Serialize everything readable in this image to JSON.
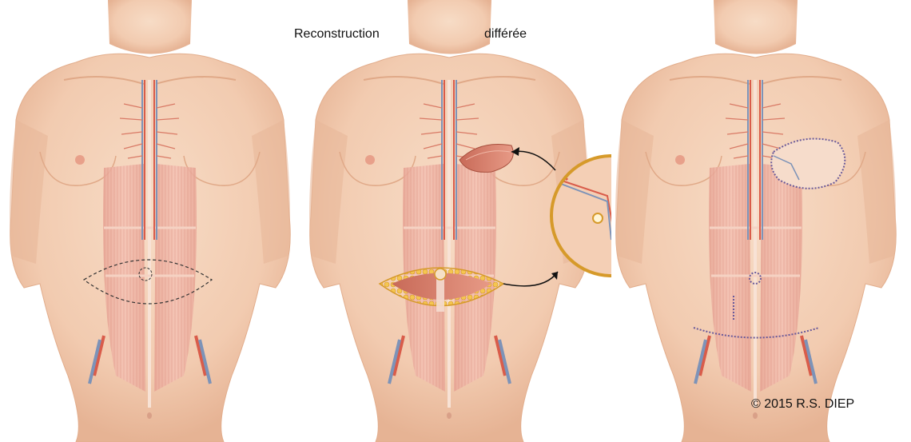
{
  "labels": {
    "reconstruction": "Reconstruction",
    "differee": "différée",
    "copyright": "© 2015 R.S. DIEP"
  },
  "colors": {
    "background": "#ffffff",
    "skin": "#f4cfb5",
    "skin_shadow": "#e8b898",
    "muscle": "#d9877a",
    "muscle_light": "#efb3a3",
    "fat": "#f2c04a",
    "vessel_red": "#d95c4a",
    "vessel_blue": "#7d93b8",
    "suture": "#6a5a9a",
    "dash": "#333333",
    "arrow": "#111111"
  },
  "icons": [
    "torso-illustration",
    "flap-illustration",
    "magnifier-inset",
    "curved-arrow"
  ]
}
